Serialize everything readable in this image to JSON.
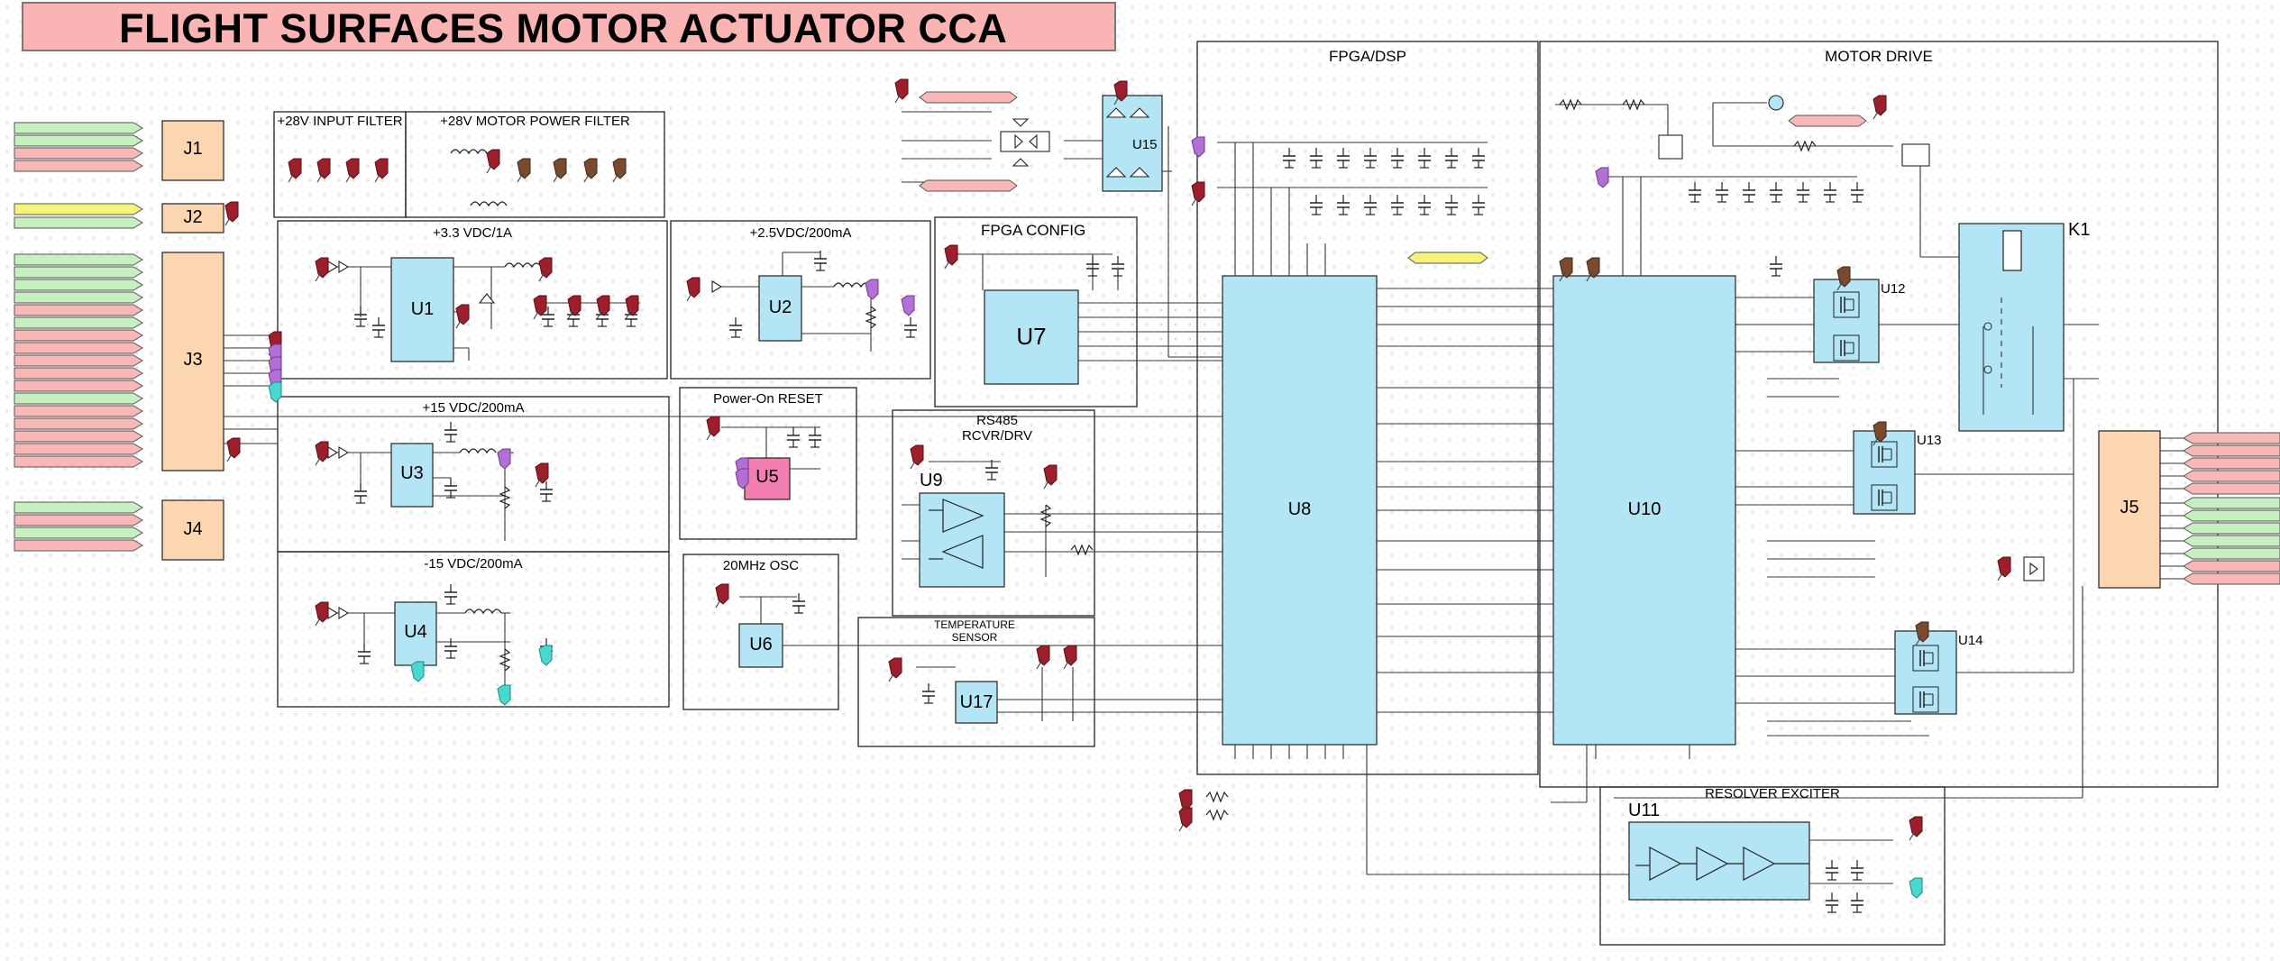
{
  "title": "FLIGHT SURFACES MOTOR ACTUATOR CCA",
  "sections": {
    "input_filter": "+28V INPUT FILTER",
    "motor_power_filter": "+28V MOTOR POWER FILTER",
    "reg_3v3": "+3.3 VDC/1A",
    "reg_2v5": "+2.5VDC/200mA",
    "reg_p15": "+15 VDC/200mA",
    "reg_m15": "-15 VDC/200mA",
    "power_on_reset": "Power-On RESET",
    "osc": "20MHz OSC",
    "temp_sensor": "TEMPERATURE SENSOR",
    "rs485": "RS485 RCVR/DRV",
    "fpga_config": "FPGA CONFIG",
    "fpga_dsp": "FPGA/DSP",
    "motor_drive": "MOTOR DRIVE",
    "resolver_exciter": "RESOLVER EXCITER"
  },
  "connectors": {
    "j1": "J1",
    "j2": "J2",
    "j3": "J3",
    "j4": "J4",
    "j5": "J5"
  },
  "components": {
    "u1": "U1",
    "u2": "U2",
    "u3": "U3",
    "u4": "U4",
    "u5": "U5",
    "u6": "U6",
    "u7": "U7",
    "u8": "U8",
    "u9": "U9",
    "u10": "U10",
    "u11": "U11",
    "u12": "U12",
    "u13": "U13",
    "u14": "U14",
    "u15": "U15",
    "u17": "U17",
    "k1": "K1"
  },
  "colors": {
    "title_fill": "#fbb4b4",
    "chip_fill": "#b3e5f5",
    "connector_fill": "#fbd6b0",
    "reset_chip_fill": "#f37fb2",
    "signal_red": "#f9b8b8",
    "signal_green": "#c6f0c0",
    "signal_yellow": "#f7f37a"
  }
}
